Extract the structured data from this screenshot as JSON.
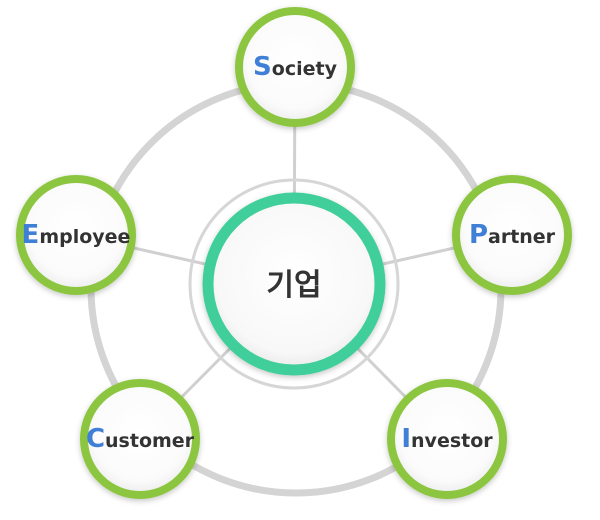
{
  "center": {
    "label": "기업"
  },
  "stakeholders": [
    {
      "key": "society",
      "initial": "S",
      "rest": "ociety"
    },
    {
      "key": "partner",
      "initial": "P",
      "rest": "artner"
    },
    {
      "key": "investor",
      "initial": "I",
      "rest": "nvestor"
    },
    {
      "key": "customer",
      "initial": "C",
      "rest": "ustomer"
    },
    {
      "key": "employee",
      "initial": "E",
      "rest": "mployee"
    }
  ],
  "colors": {
    "outer_ring": "#d4d4d4",
    "spoke": "#d0d0d0",
    "node_border": "#8cc63f",
    "center_border": "#3fcf9a",
    "initial_letter": "#3f7fd6",
    "text": "#333333",
    "node_fill_inner": "#ffffff",
    "node_fill_outer": "#eeeeee"
  }
}
